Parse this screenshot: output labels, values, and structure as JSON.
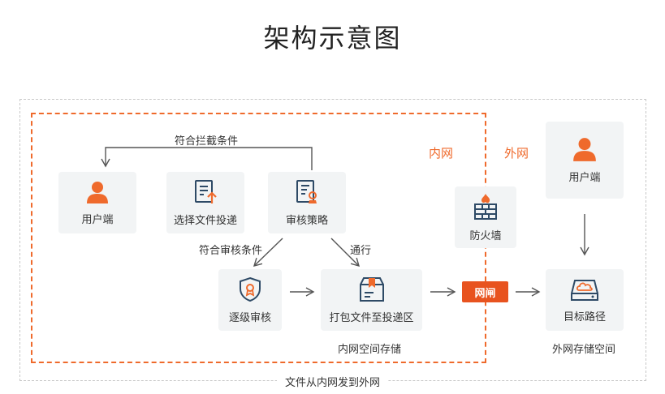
{
  "title": "架构示意图",
  "outer_caption": "文件从内网发到外网",
  "zones": {
    "inner": "内网",
    "outer": "外网",
    "inner_storage": "内网空间存储",
    "outer_storage": "外网存储空间"
  },
  "nodes": {
    "user_inner": "用户端",
    "select_file": "选择文件投递",
    "audit_policy": "审核策略",
    "level_audit": "逐级审核",
    "pack_file": "打包文件至投递区",
    "firewall": "防火墙",
    "gateway": "网闸",
    "user_outer": "用户端",
    "target_path": "目标路径"
  },
  "edges": {
    "intercept": "符合拦截条件",
    "audit_condition": "符合审核条件",
    "pass": "通行"
  },
  "colors": {
    "accent": "#ef6a2c",
    "icon_dark": "#2e4a66",
    "card_bg": "#f2f4f5",
    "gateway_bg": "#e8531f"
  }
}
